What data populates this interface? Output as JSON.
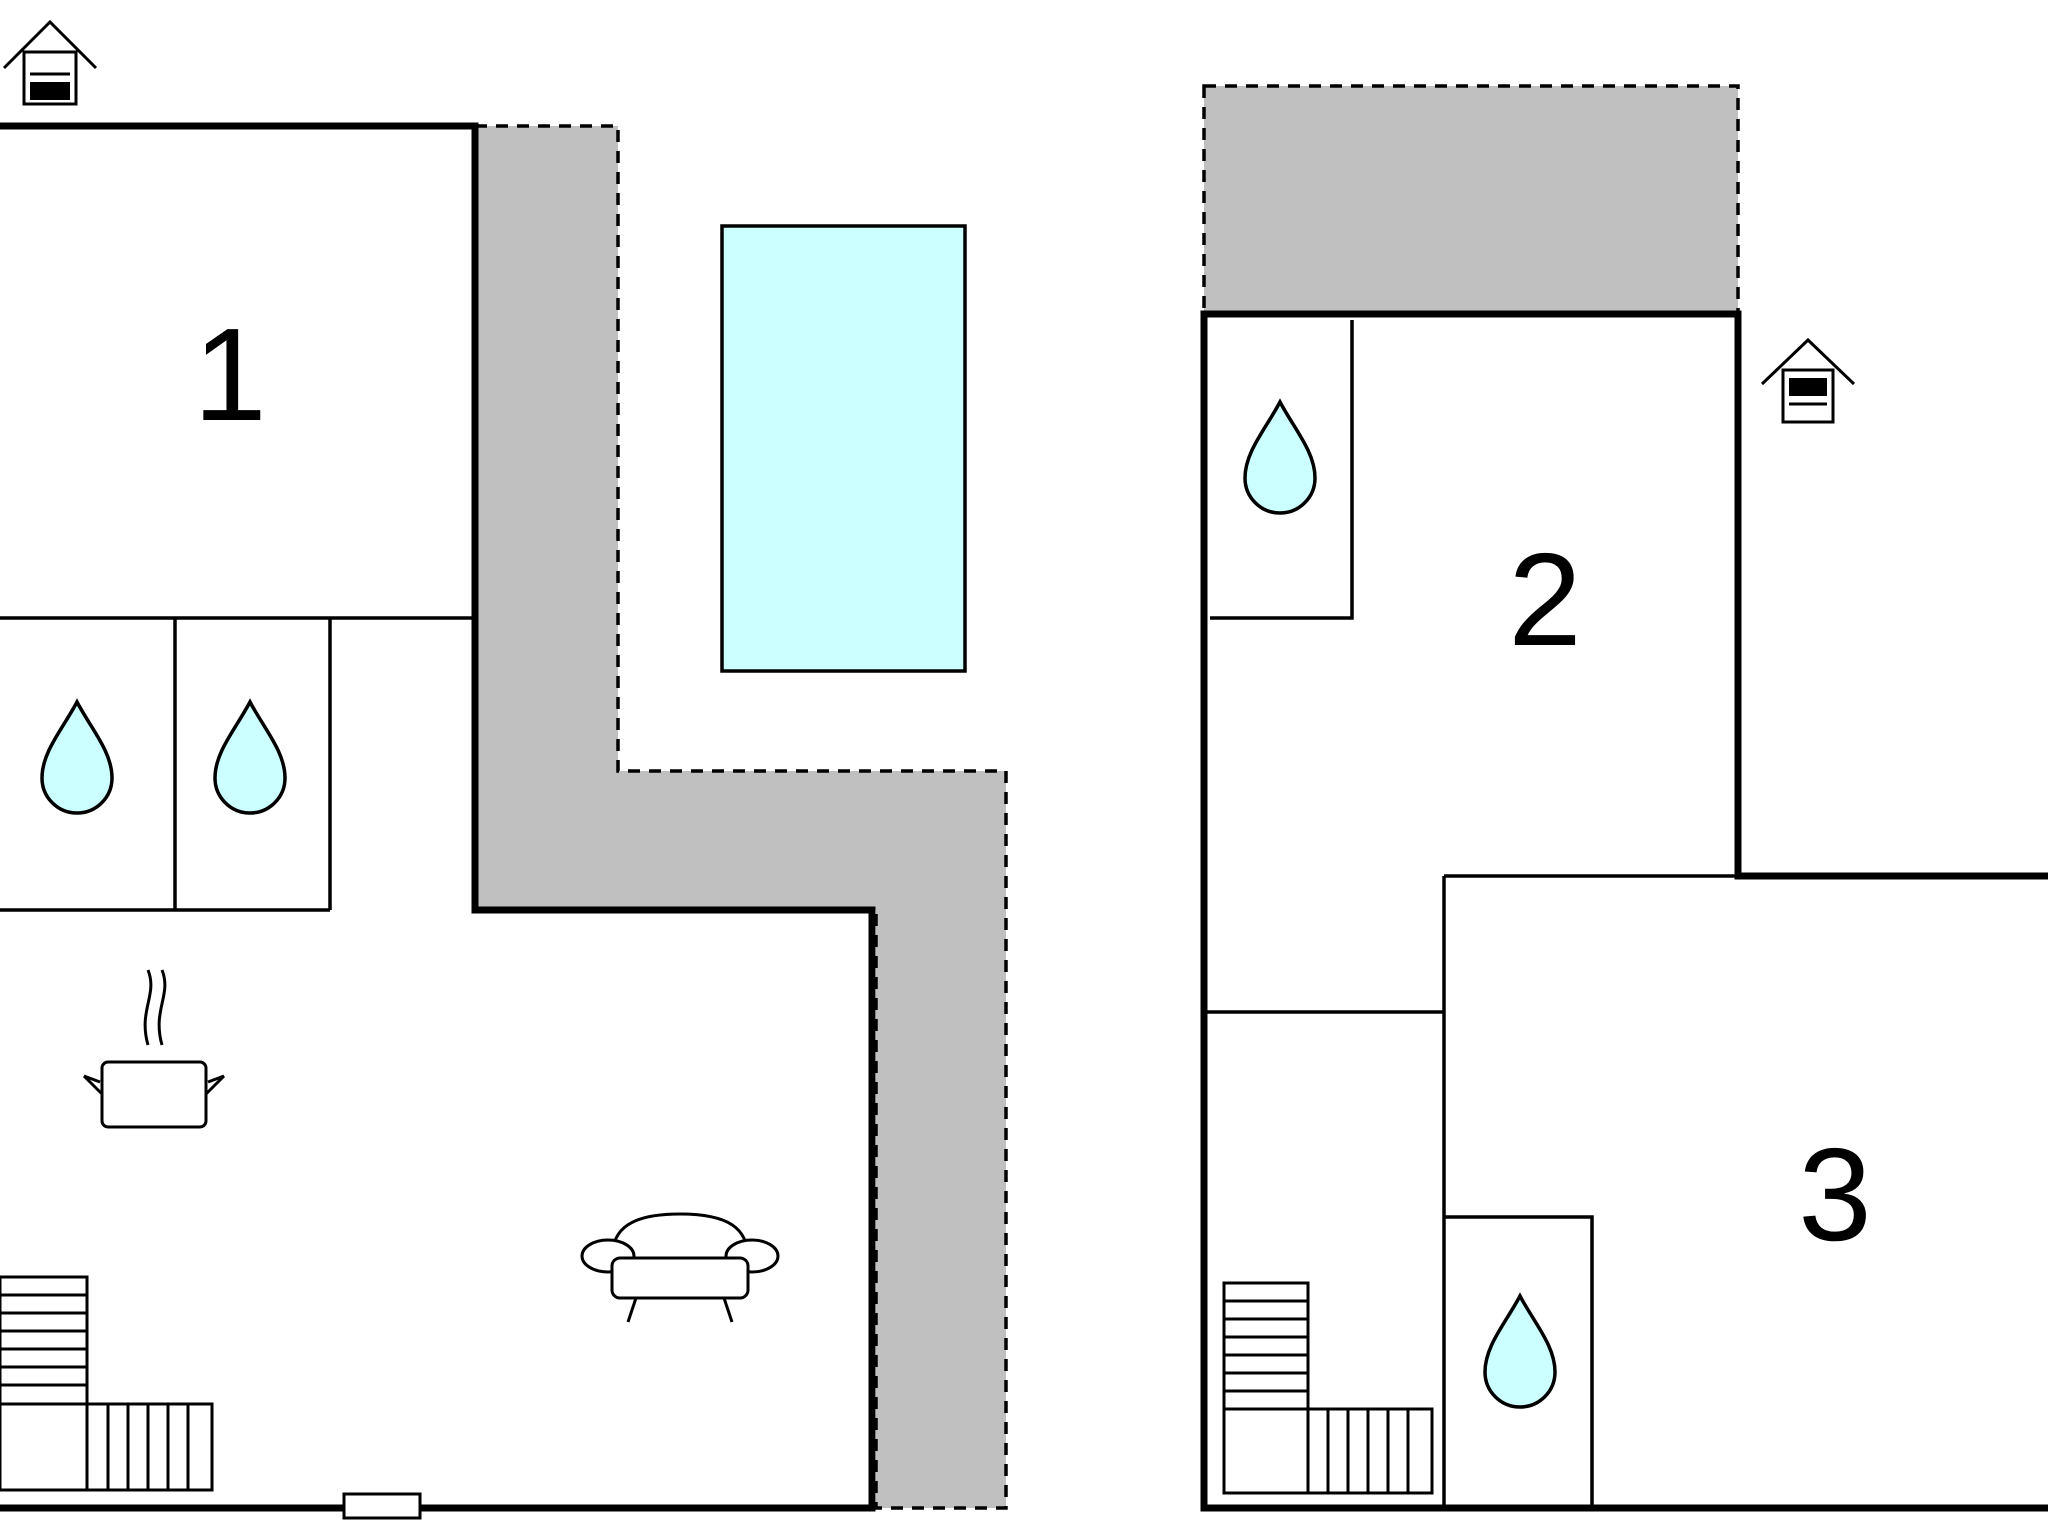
{
  "rooms": {
    "room_1": "1",
    "room_2": "2",
    "room_3": "3"
  },
  "colors": {
    "wall": "#000000",
    "terrace": "#c0c0c0",
    "water": "#ccffff",
    "background": "#ffffff"
  },
  "icons": [
    "entrance-house-icon",
    "water-drop-icon",
    "cooking-pot-icon",
    "armchair-icon",
    "staircase-icon",
    "swimming-pool"
  ]
}
